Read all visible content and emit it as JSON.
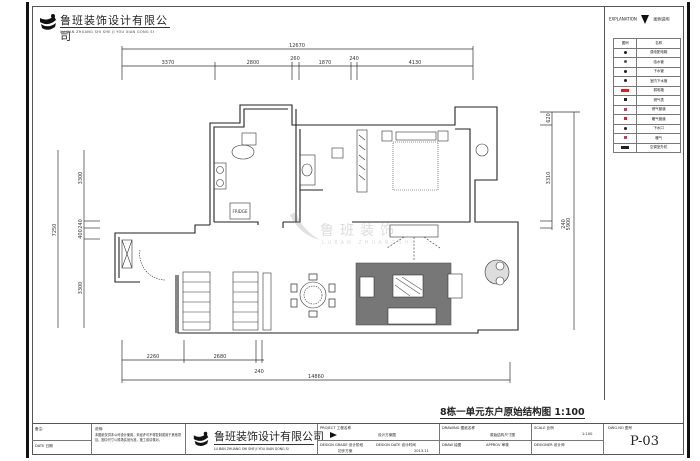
{
  "company": {
    "name_cn": "鲁班装饰设计有限公司",
    "name_en": "LU BAN ZHUANG SHI SHE JI YOU XIAN GONG SI"
  },
  "watermark": {
    "cn": "鲁班装饰",
    "en": "LUBAN ZHUANGSHI"
  },
  "legend": {
    "header_en": "EXPLANATION",
    "header_cn": "图例说明",
    "col_symbol": "图例",
    "col_name": "名称",
    "items": [
      {
        "name": "强电配电箱",
        "color": "#222222"
      },
      {
        "name": "给水管",
        "color": "#555555"
      },
      {
        "name": "下水管",
        "color": "#222222"
      },
      {
        "name": "室内下水管",
        "color": "#222222"
      },
      {
        "name": "弱电箱",
        "color": "#d22222"
      },
      {
        "name": "燃气表",
        "color": "#222222"
      },
      {
        "name": "燃气管道",
        "color": "#c04060"
      },
      {
        "name": "暖气管道",
        "color": "#c03030"
      },
      {
        "name": "下水口",
        "color": "#222222"
      },
      {
        "name": "暖气",
        "color": "#c04060"
      },
      {
        "name": "空调室外机",
        "color": "#222222"
      }
    ]
  },
  "dimensions": {
    "top_total": "12670",
    "top_segments": [
      "3370",
      "2800",
      "260",
      "1870",
      "240",
      "4130"
    ],
    "left_total": "7250",
    "left_segments": [
      "3300",
      "240",
      "400",
      "3300"
    ],
    "right_segments": [
      "620",
      "3310",
      "240"
    ],
    "right_total": "5900",
    "bottom_segments": [
      "2260",
      "2680",
      "240"
    ],
    "bottom_total": "14860"
  },
  "drawing_title": "8栋一单元东户原始结构图 1:100",
  "title_block": {
    "remarks_label": "备注:",
    "notes_label": "说明:",
    "notes_text": "本图纸仅供本公司设计使用，未经许可不得复制或用于其他项目。图中尺寸以现场实测为准，施工前请核对。",
    "date_label": "DATE 日期",
    "project_label": "PROJECT 工程名称",
    "project_value": "设计方案图",
    "design_grade_label": "DESIGN GRADE 设计阶段",
    "design_grade_value": "初步方案",
    "design_date_label": "DESIGN DATE 设计时间",
    "design_date_value": "2013.11",
    "drawing_label": "DRAWING 图纸名称",
    "drawing_value": "原始结构尺寸图",
    "draw_label": "DRAW 绘图",
    "approv_label": "APPROV 审核",
    "scale_label": "SCALE 比例",
    "scale_value": "1:100",
    "designer_label": "DESIGNER 设计师",
    "dwg_no_label": "DWG.NO 图号",
    "dwg_no_value": "P-03"
  },
  "room_labels": {
    "fridge": "FRIDGE"
  }
}
